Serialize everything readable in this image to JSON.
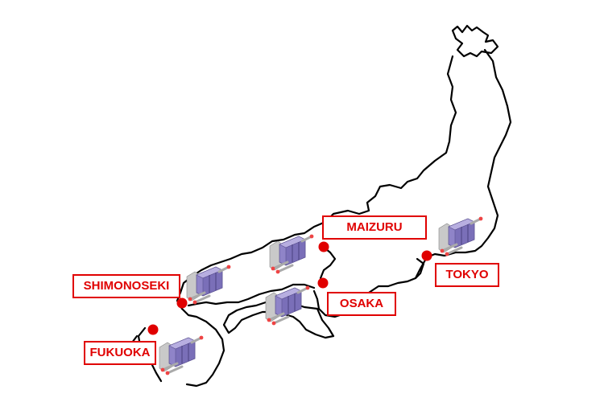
{
  "colors": {
    "coast": "#000000",
    "marker": "#e00000",
    "label_border": "#e00000",
    "label_text": "#e00000",
    "equipment_body": "#8f84c8",
    "equipment_top": "#b7aee0",
    "equipment_side": "#7a6fb8",
    "equipment_plate": "#c9c9c9",
    "equipment_tip": "#ee4444"
  },
  "cities": [
    {
      "id": "maizuru",
      "label": "MAIZURU"
    },
    {
      "id": "tokyo",
      "label": "TOKYO"
    },
    {
      "id": "osaka",
      "label": "OSAKA"
    },
    {
      "id": "shimonoseki",
      "label": "SHIMONOSEKI"
    },
    {
      "id": "fukuoka",
      "label": "FUKUOKA"
    }
  ],
  "icons": [
    {
      "id": "equipment-tokyo",
      "name": "machine-icon"
    },
    {
      "id": "equipment-maizuru",
      "name": "machine-icon"
    },
    {
      "id": "equipment-shimonoseki",
      "name": "machine-icon"
    },
    {
      "id": "equipment-osaka",
      "name": "machine-icon"
    },
    {
      "id": "equipment-fukuoka",
      "name": "machine-icon"
    }
  ]
}
